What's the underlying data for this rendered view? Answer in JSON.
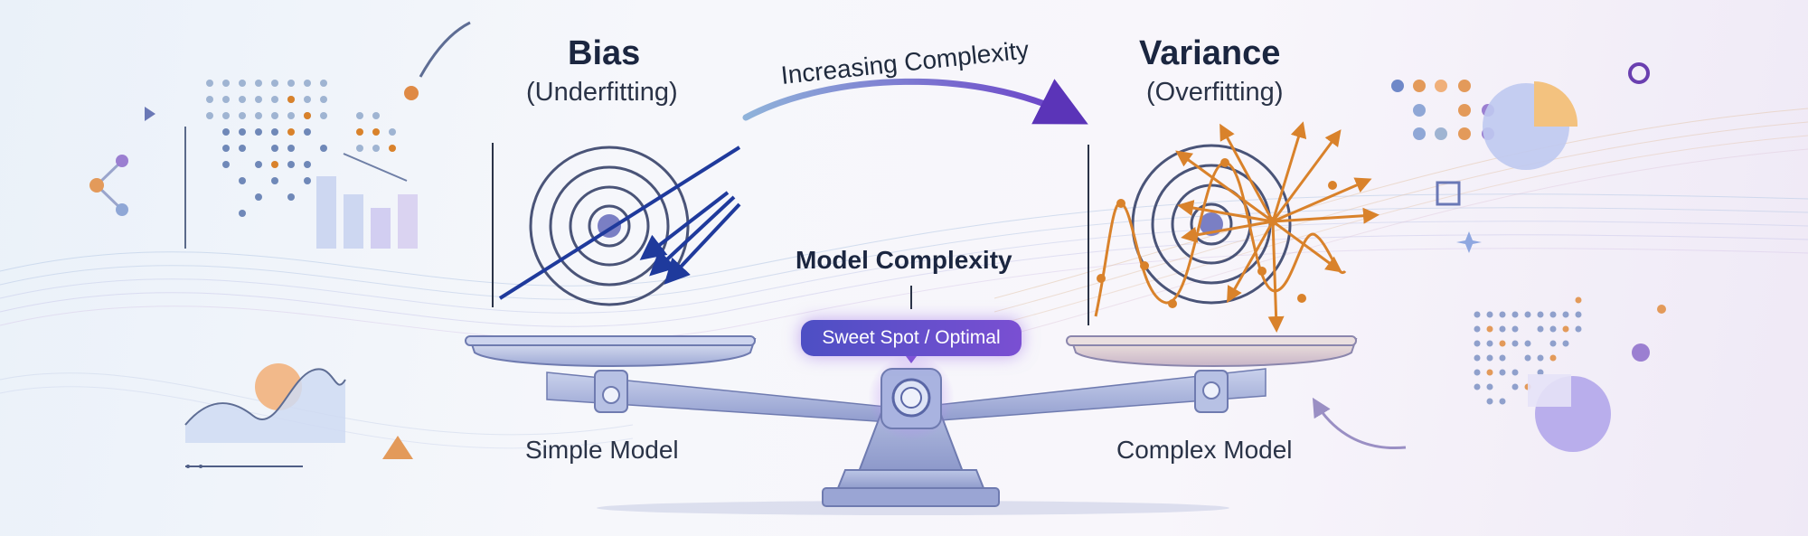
{
  "bias": {
    "title": "Bias",
    "subtitle": "(Underfitting)"
  },
  "variance": {
    "title": "Variance",
    "subtitle": "(Overfitting)"
  },
  "arrow_label": "Increasing Complexity",
  "center": {
    "title": "Model Complexity",
    "badge": "Sweet Spot / Optimal"
  },
  "left_pan_label": "Simple Model",
  "right_pan_label": "Complex Model",
  "colors": {
    "navy": "#1f3a9c",
    "orange": "#d9822b",
    "purple": "#7a4fd2",
    "scale": "#8794c9"
  }
}
